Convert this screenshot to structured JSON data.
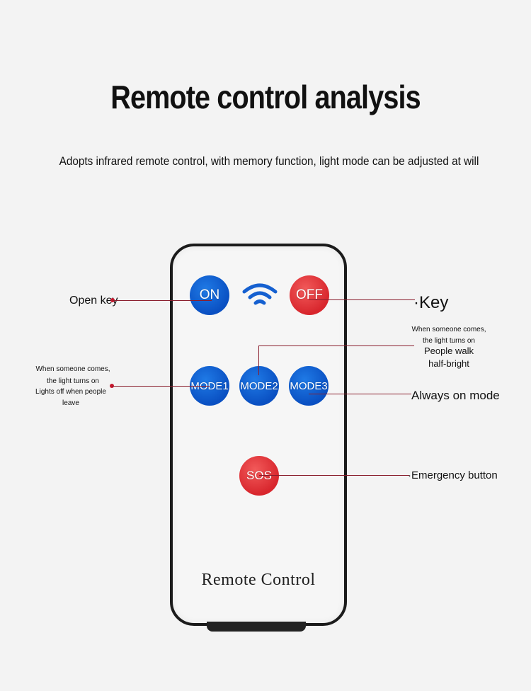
{
  "title": "Remote control analysis",
  "subtitle": "Adopts infrared remote control, with memory function, light mode can be adjusted at will",
  "remote": {
    "label": "Remote Control",
    "buttons": {
      "on": "ON",
      "off": "OFF",
      "mode1": "MODE1",
      "mode2": "MODE2",
      "mode3": "MODE3",
      "sos": "SOS"
    }
  },
  "callouts": {
    "open_key": "Open key",
    "off_key": "·Key",
    "mode2_line1": "When someone comes,",
    "mode2_line2": "the light turns on",
    "mode2_line3": "People walk",
    "mode2_line4": "half-bright",
    "mode1_line1": "When someone comes,",
    "mode1_line2": "the light turns on",
    "mode1_line3": "Lights off when people",
    "mode1_line4": "leave",
    "mode3": "Always on mode",
    "sos": "·Emergency button"
  },
  "colors": {
    "blue_button": "#0a50c2",
    "red_button": "#d8262d",
    "callout_line": "#8a1e2d"
  }
}
